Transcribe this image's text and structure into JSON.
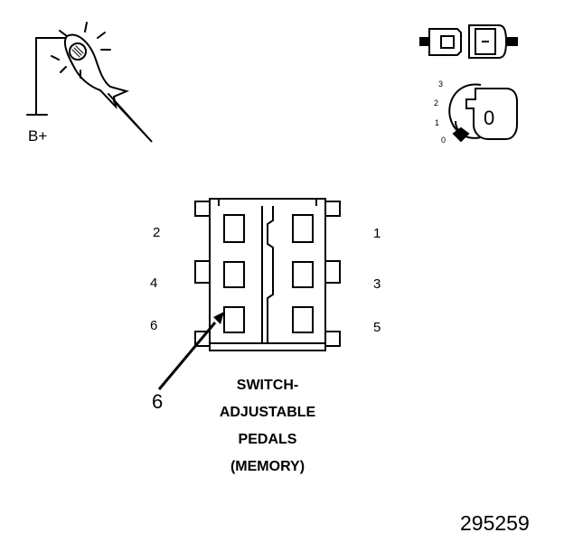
{
  "probe": {
    "supply_label": "B+"
  },
  "ignition": {
    "positions": [
      "3",
      "2",
      "1",
      "0"
    ],
    "key_label": "0"
  },
  "connector": {
    "pins_left": [
      "2",
      "4",
      "6"
    ],
    "pins_right": [
      "1",
      "3",
      "5"
    ],
    "callout": "6"
  },
  "caption": {
    "lines": [
      "SWITCH-",
      "ADJUSTABLE",
      "PEDALS",
      "(MEMORY)"
    ]
  },
  "figure_number": "295259",
  "colors": {
    "ink": "#000000",
    "paper": "#ffffff"
  }
}
